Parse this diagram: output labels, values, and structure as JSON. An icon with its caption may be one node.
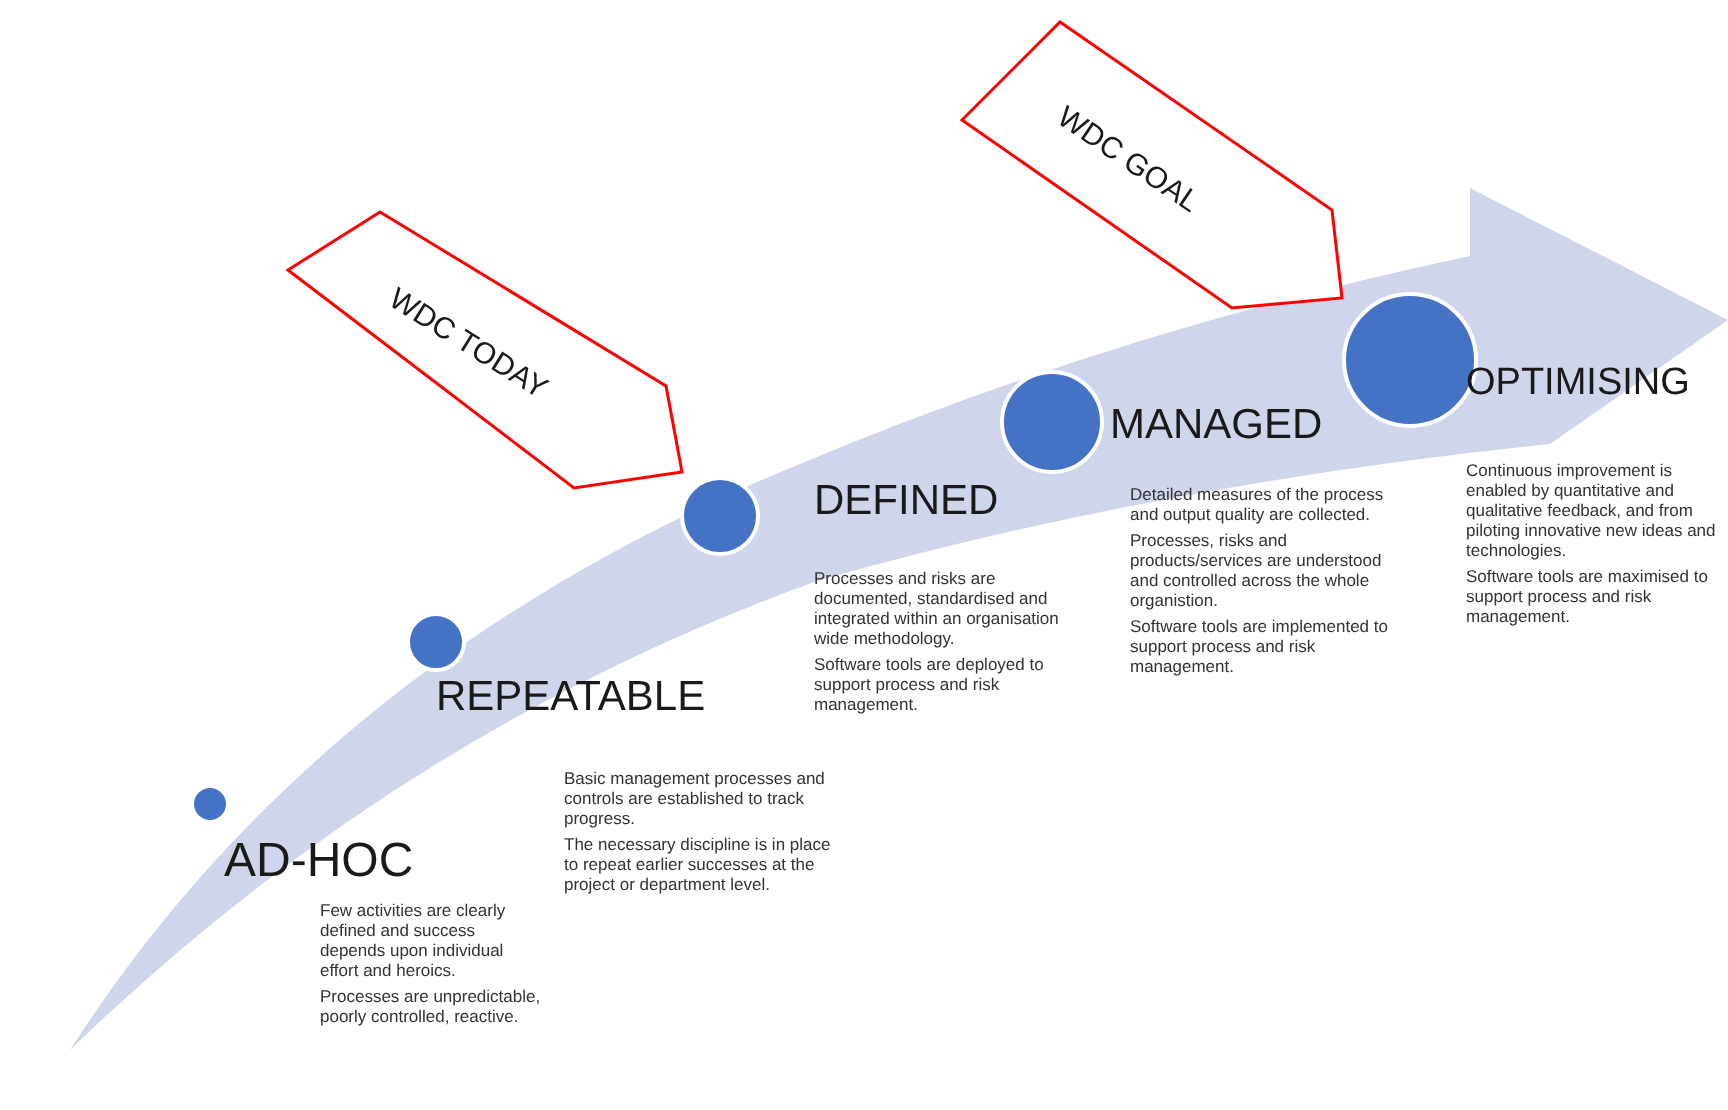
{
  "diagram": {
    "nodes": [
      {
        "text": [
          "AD-HOC",
          "Few activities are clearly defined and success depends upon individual effort and heroics.",
          "Processes are unpredictable, poorly controlled, reactive."
        ]
      },
      {
        "text": [
          "REPEATABLE",
          "Basic management processes and controls are established to track progress.",
          "The necessary discipline is in place to repeat earlier successes at the project or department level."
        ]
      },
      {
        "text": [
          "DEFINED",
          "Processes and risks are documented, standardised and integrated within an organisation wide methodology.",
          "Software tools are deployed to support process and risk management."
        ]
      },
      {
        "text": [
          "MANAGED",
          "Detailed measures of the process and output quality are collected.",
          "Processes, risks and products/services are understood and controlled across the whole organistion.",
          "Software tools are implemented to support process and risk management."
        ]
      },
      {
        "text": [
          "OPTIMISING",
          "Continuous improvement is enabled by quantitative and qualitative feedback, and from piloting innovative new ideas and technologies.",
          "Software tools are maximised to support process and risk management."
        ]
      },
      {
        "text": [
          "WDC TODAY"
        ]
      },
      {
        "text": [
          "WDC GOAL"
        ]
      }
    ],
    "edges": []
  }
}
